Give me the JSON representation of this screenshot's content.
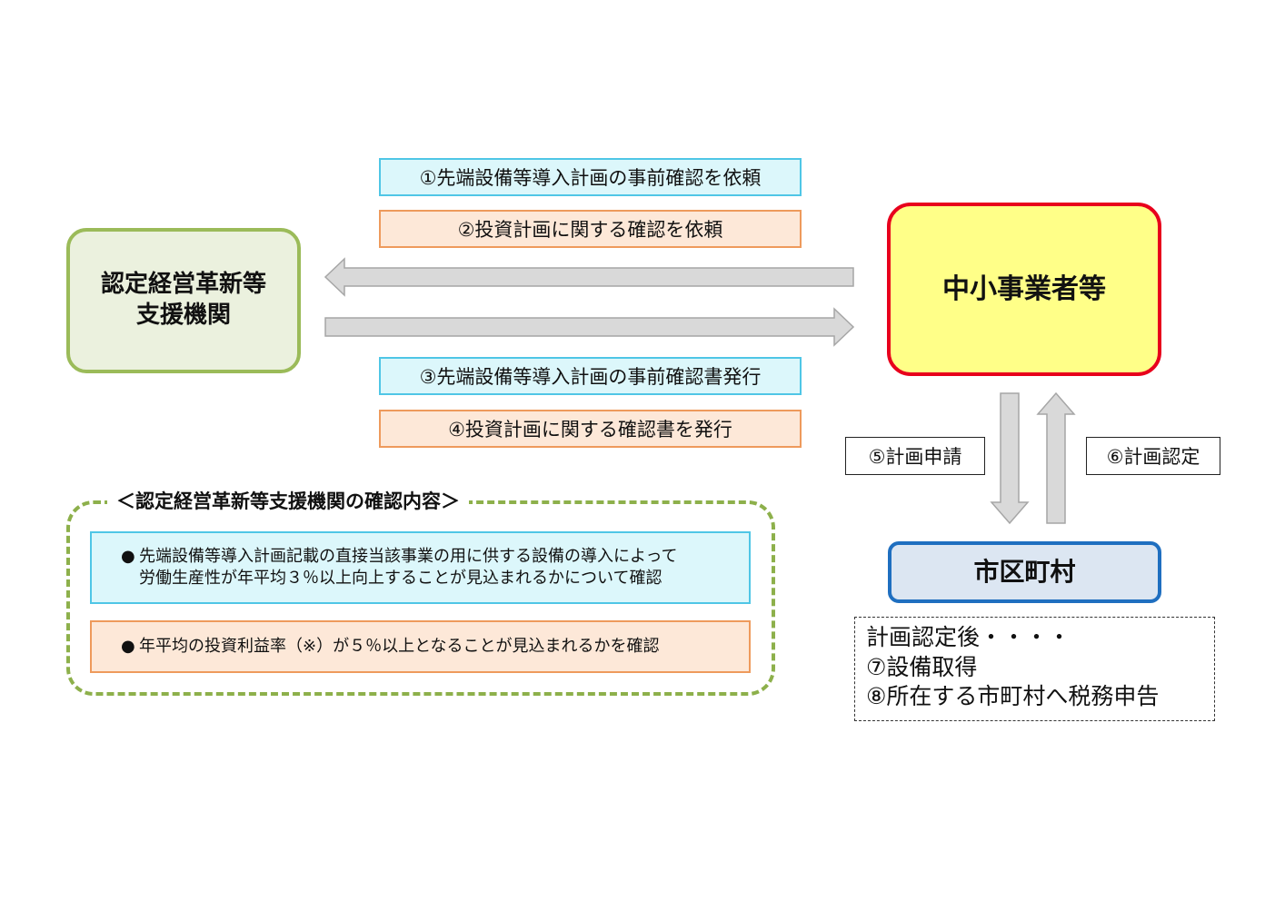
{
  "left_node": {
    "line1": "認定経営革新等",
    "line2": "支援機関"
  },
  "right_node": {
    "label": "中小事業者等"
  },
  "bottom_node": {
    "label": "市区町村"
  },
  "flow_labels": {
    "step1": "①先端設備等導入計画の事前確認を依頼",
    "step2": "②投資計画に関する確認を依頼",
    "step3": "③先端設備等導入計画の事前確認書発行",
    "step4": "④投資計画に関する確認書を発行",
    "step5": "⑤計画申請",
    "step6": "⑥計画認定"
  },
  "confirmation_panel": {
    "title": "＜認定経営革新等支援機関の確認内容＞",
    "bullet": "●",
    "item1_line1": "先端設備等導入計画記載の直接当該事業の用に供する設備の導入によって",
    "item1_line2": "労働生産性が年平均３％以上向上することが見込まれるかについて確認",
    "item2": "年平均の投資利益率（※）が５％以上となることが見込まれるかを確認"
  },
  "after_note": {
    "line1": "計画認定後・・・・",
    "line2": "⑦設備取得",
    "line3": "⑧所在する市町村へ税務申告"
  },
  "colors": {
    "left_fill": "#ebf1de",
    "left_border": "#9bbb59",
    "right_fill": "#ffff88",
    "right_border": "#e8001c",
    "bottom_fill": "#dce6f2",
    "bottom_border": "#1f6fc0",
    "label_blue_fill": "#dcf7fb",
    "label_blue_border": "#4fc6e6",
    "label_orange_fill": "#fde8d8",
    "label_orange_border": "#ee9a5c",
    "arrow_fill": "#d9d9d9",
    "arrow_stroke": "#a6a6a6",
    "dashed_panel_border": "#8db04b"
  }
}
